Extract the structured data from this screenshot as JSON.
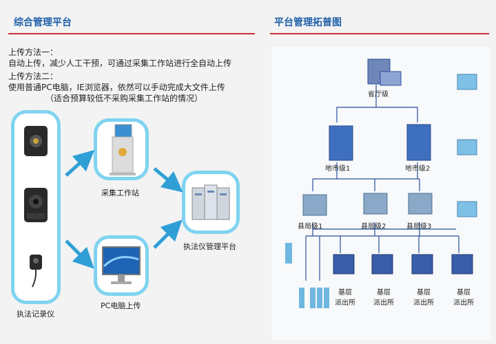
{
  "left": {
    "title": "综合管理平台",
    "method1_title": "上传方法一：",
    "method1_text": "自动上传，减少人工干预，可通过采集工作站进行全自动上传",
    "method2_title": "上传方法二：",
    "method2_text": "使用普通PC电脑，IE浏览器，依然可以手动完成大文件上传",
    "method2_note": "（适合预算较低不采购采集工作站的情况）",
    "device_label": "执法记录仪",
    "station_label": "采集工作站",
    "pc_label": "PC电脑上传",
    "platform_label": "执法仪管理平台"
  },
  "right": {
    "title": "平台管理拓普图",
    "province": "省厅级",
    "city1": "地市级1",
    "city2": "地市级2",
    "county1": "县局级1",
    "county2": "县局级2",
    "county3": "县局级3",
    "station_lines": [
      "基层",
      "派出所"
    ]
  },
  "colors": {
    "accent": "#1e5fa8",
    "divider": "#c9302c",
    "capsule": "#7fd3f0",
    "arrow": "#2f9fd6"
  }
}
